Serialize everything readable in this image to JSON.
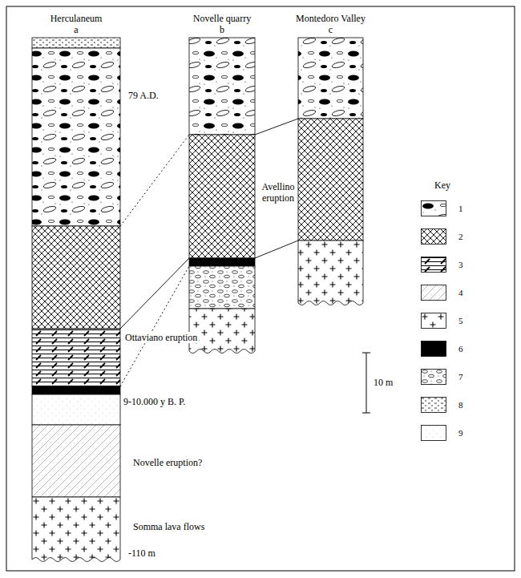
{
  "diagram": {
    "nodes": [
      {
        "text": [
          "Herculaneum",
          "a"
        ]
      },
      {
        "text": [
          "Novelle quarry",
          "b"
        ]
      },
      {
        "text": [
          "Montedoro Valley",
          "c"
        ]
      }
    ],
    "edges": [
      {
        "from": 0,
        "to": 1,
        "arrow": "none"
      },
      {
        "from": 1,
        "to": 2,
        "arrow": "none"
      },
      {
        "from": 0,
        "to": 1,
        "arrow": "none"
      },
      {
        "from": 0,
        "to": 1,
        "arrow": "none"
      },
      {
        "from": 1,
        "to": 2,
        "arrow": "none"
      }
    ],
    "labels": [
      "79 A.D.",
      "Ottaviano eruption",
      "9-10.000 y B. P.",
      "Novelle eruption?",
      "Somma lava flows",
      "-110 m",
      "Avellino eruption",
      "10 m",
      "Key"
    ],
    "legend": [
      {
        "text": "1"
      },
      {
        "text": "2"
      },
      {
        "text": "3"
      },
      {
        "text": "4"
      },
      {
        "text": "5"
      },
      {
        "text": "6",
        "color": "#000000"
      },
      {
        "text": "7"
      },
      {
        "text": "8"
      },
      {
        "text": "9"
      }
    ]
  }
}
